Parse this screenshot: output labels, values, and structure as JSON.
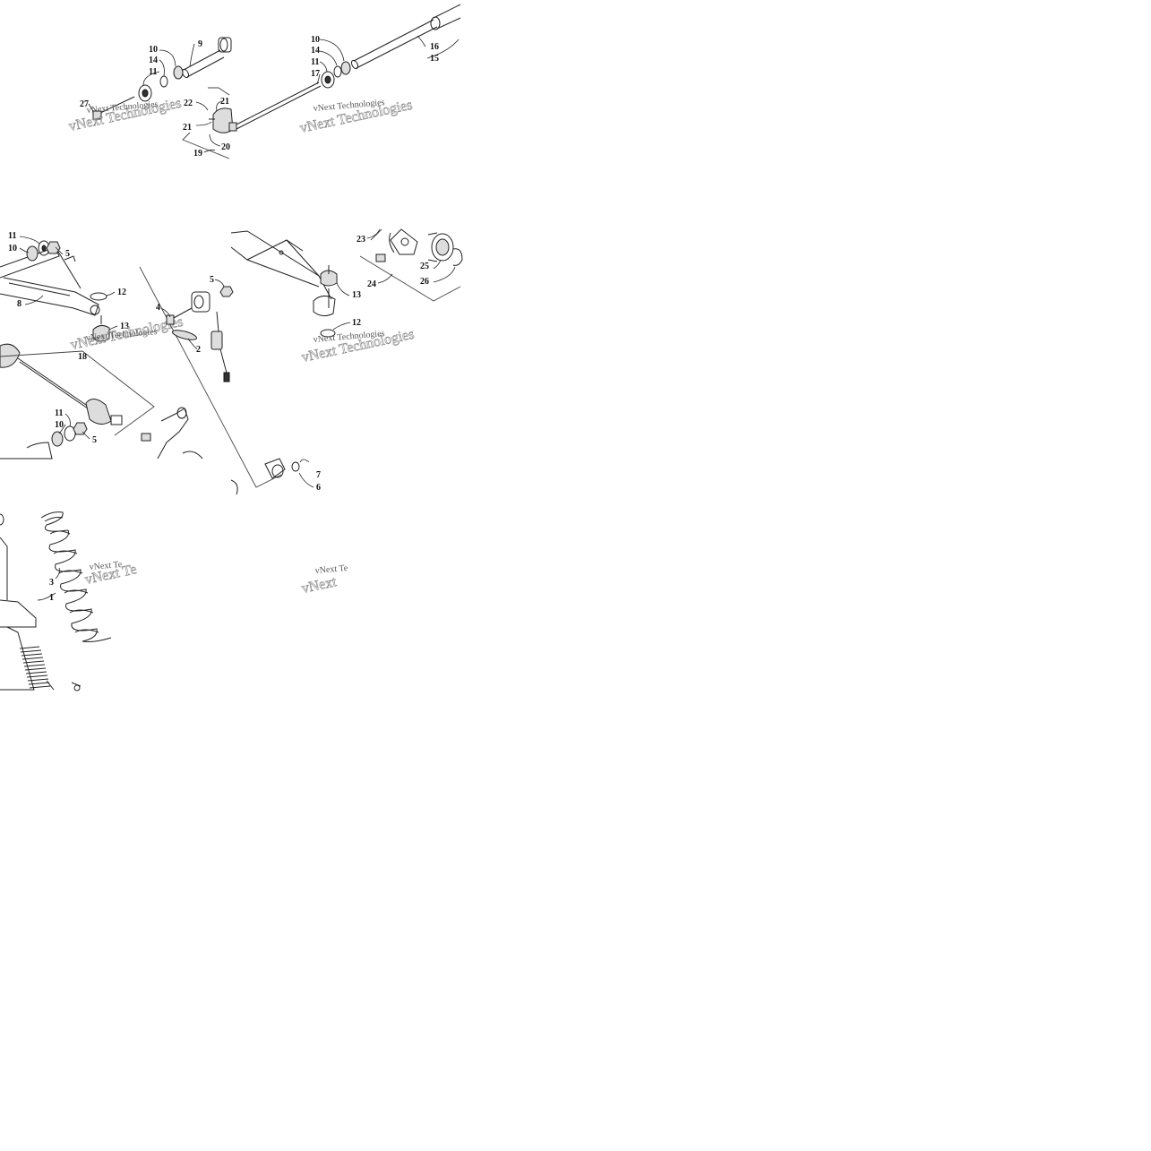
{
  "watermark": "vNext Technologies",
  "callouts": {
    "c9": "9",
    "c10a": "10",
    "c14a": "14",
    "c11a": "11",
    "c27": "27",
    "c22": "22",
    "c21a": "21",
    "c21b": "21",
    "c20": "20",
    "c19": "19",
    "c10b": "10",
    "c14b": "14",
    "c11b": "11",
    "c17": "17",
    "c16": "16",
    "c15": "15",
    "c11c": "11",
    "c10c": "10",
    "c5a": "5",
    "c12a": "12",
    "c8": "8",
    "c13a": "13",
    "c18": "18",
    "c11d": "11",
    "c10d": "10",
    "c5b": "5",
    "c5c": "5",
    "c4": "4",
    "c2": "2",
    "c23": "23",
    "c25": "25",
    "c24": "24",
    "c26": "26",
    "c13b": "13",
    "c12b": "12",
    "c7": "7",
    "c6": "6",
    "c3": "3",
    "c1": "1"
  }
}
